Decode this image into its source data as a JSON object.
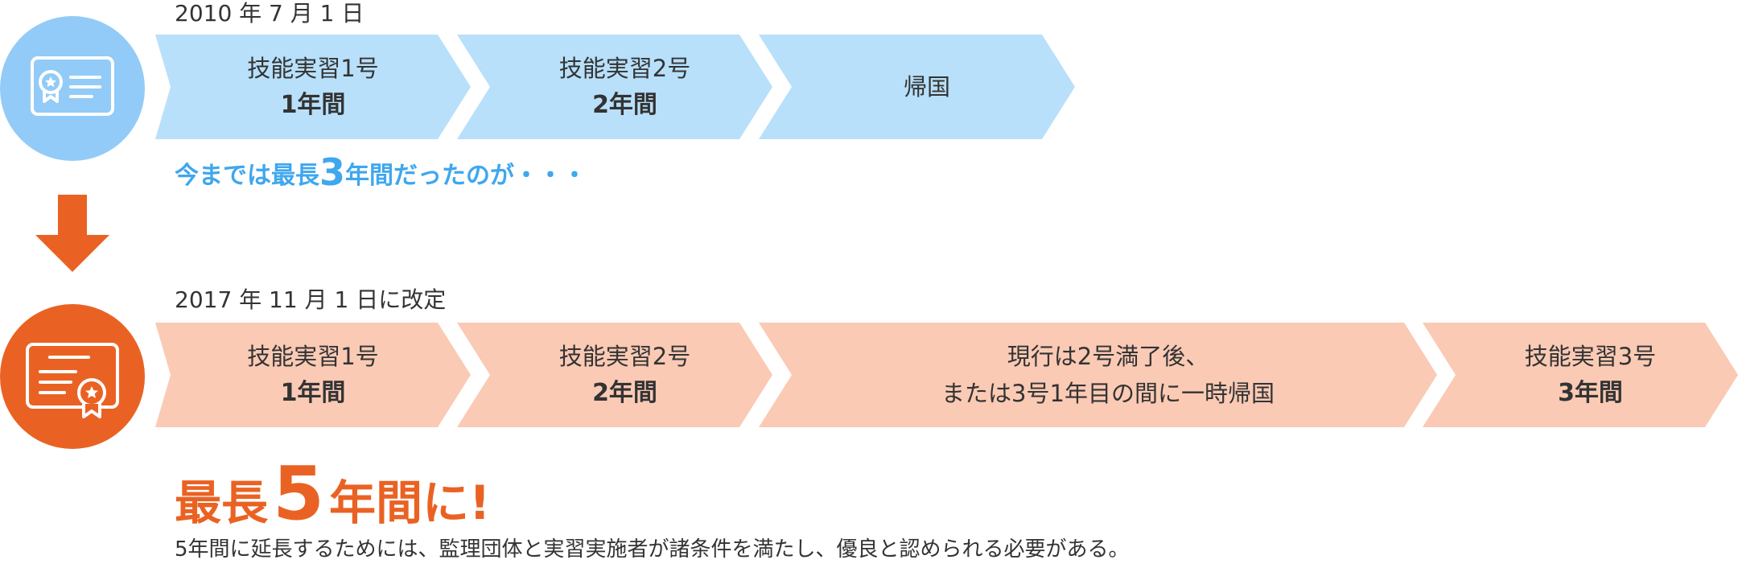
{
  "colors": {
    "old_circle": "#92cbf7",
    "old_chevron": "#b8e0fa",
    "new_circle": "#ea6223",
    "new_chevron": "#facab5",
    "accent_blue": "#3fa7ee",
    "accent_orange": "#ea6223",
    "text": "#333333"
  },
  "icons": {
    "old": "certificate-card-icon",
    "new": "certificate-award-icon",
    "transition": "arrow-down-icon"
  },
  "old_system": {
    "date": "2010 年 7 月 1 日",
    "stages": [
      {
        "line1": "技能実習1号",
        "line2": "1年間"
      },
      {
        "line1": "技能実習2号",
        "line2": "2年間"
      },
      {
        "line1": "帰国",
        "line2": ""
      }
    ],
    "note_before": "今までは最長",
    "note_number": "3",
    "note_after": "年間だったのが・・・"
  },
  "new_system": {
    "date": "2017 年 11 月 1 日に改定",
    "stages": [
      {
        "line1": "技能実習1号",
        "line2": "1年間"
      },
      {
        "line1": "技能実習2号",
        "line2": "2年間"
      },
      {
        "line1": "現行は2号満了後、",
        "line2": "または3号1年目の間に一時帰国"
      },
      {
        "line1": "技能実習3号",
        "line2": "3年間"
      }
    ],
    "headline_before": "最長",
    "headline_number": "5",
    "headline_after": "年間に!",
    "footer": "5年間に延長するためには、監理団体と実習実施者が諸条件を満たし、優良と認められる必要がある。"
  }
}
